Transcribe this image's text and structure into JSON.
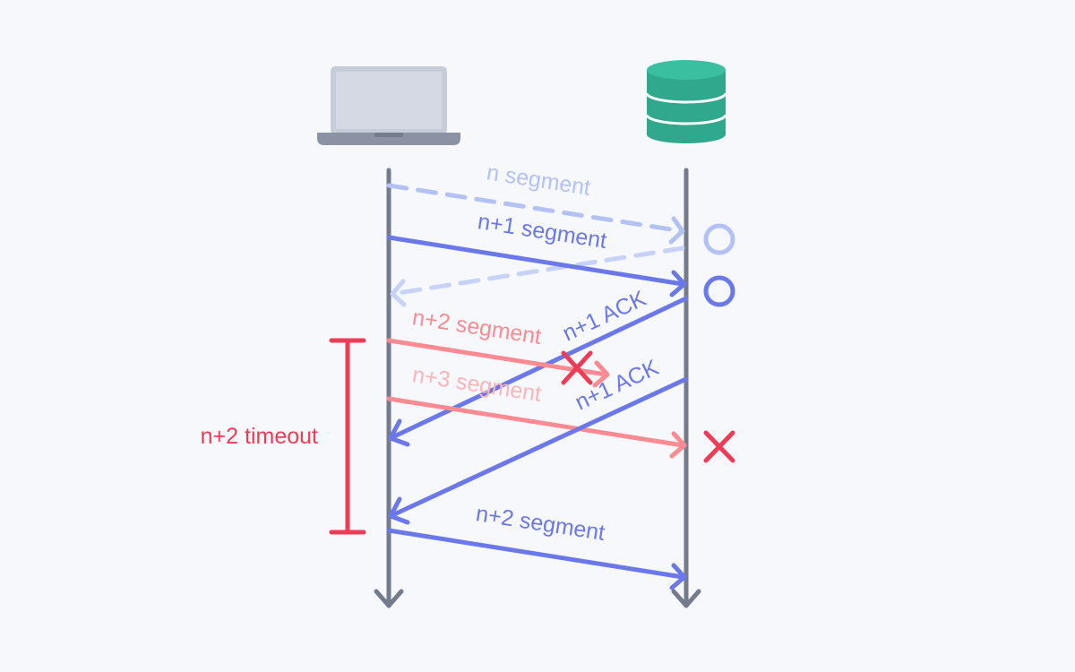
{
  "colors": {
    "background": "#f6f8fc",
    "lifeline": "#737b8c",
    "active": "#6b78ea",
    "faded": "#b3c2f5",
    "lost": "#ff8a92",
    "lost_faded": "#ffb4b8",
    "timeout": "#ee3c57",
    "laptop_body": "#c9cfda",
    "laptop_base": "#8a92a3",
    "server": "#2fa88e"
  },
  "nodes": {
    "client": {
      "icon": "laptop-icon"
    },
    "server": {
      "icon": "database-icon"
    }
  },
  "messages": [
    {
      "id": "m1",
      "label": "n segment",
      "from": "client",
      "to": "server",
      "style": "dashed-faded",
      "outcome": "received"
    },
    {
      "id": "m2",
      "label": "n+1 segment",
      "from": "client",
      "to": "server",
      "style": "solid",
      "outcome": "received"
    },
    {
      "id": "m3",
      "label": "",
      "from": "server",
      "to": "client",
      "style": "dashed-faded",
      "outcome": "received"
    },
    {
      "id": "m4",
      "label": "n+1 ACK",
      "from": "server",
      "to": "client",
      "style": "solid",
      "outcome": "received"
    },
    {
      "id": "m5",
      "label": "n+2 segment",
      "from": "client",
      "to": "server",
      "style": "lost",
      "outcome": "lost"
    },
    {
      "id": "m6",
      "label": "n+1 ACK",
      "from": "server",
      "to": "client",
      "style": "solid",
      "outcome": "received"
    },
    {
      "id": "m7",
      "label": "n+3 segment",
      "from": "client",
      "to": "server",
      "style": "lost-faded",
      "outcome": "discarded"
    },
    {
      "id": "m8",
      "label": "n+2 segment",
      "from": "client",
      "to": "server",
      "style": "solid",
      "outcome": "received"
    }
  ],
  "timeout": {
    "label": "n+2 timeout"
  },
  "markers": {
    "received_icon": "circle-icon",
    "lost_icon": "cross-icon"
  }
}
